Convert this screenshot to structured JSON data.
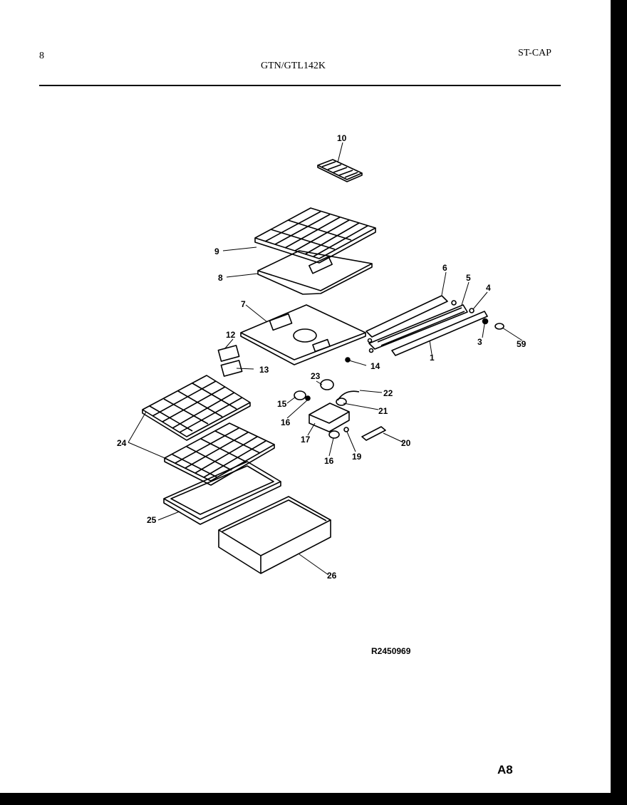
{
  "header": {
    "page_number": "8",
    "model": "GTN/GTL142K",
    "section": "ST-CAP"
  },
  "callouts": {
    "c1": "1",
    "c3": "3",
    "c4": "4",
    "c5": "5",
    "c6": "6",
    "c7": "7",
    "c8": "8",
    "c9": "9",
    "c10": "10",
    "c12": "12",
    "c13": "13",
    "c14": "14",
    "c15": "15",
    "c16a": "16",
    "c16b": "16",
    "c17": "17",
    "c19": "19",
    "c20": "20",
    "c21": "21",
    "c22": "22",
    "c23": "23",
    "c24": "24",
    "c25": "25",
    "c26": "26",
    "c59": "59"
  },
  "footer": {
    "drawing_ref": "R2450969",
    "page_code": "A8"
  }
}
